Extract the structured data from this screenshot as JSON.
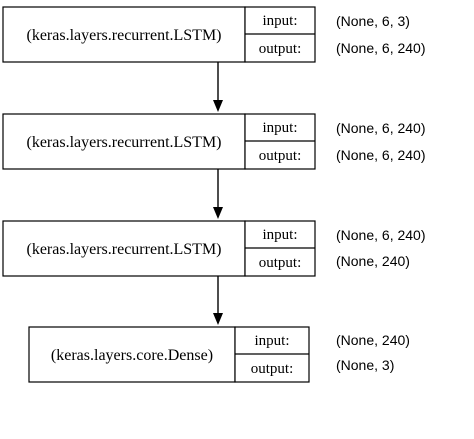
{
  "layers": [
    {
      "name": "(keras.layers.recurrent.LSTM)",
      "input_label": "input:",
      "output_label": "output:",
      "input_shape": "(None, 6, 3)",
      "output_shape": "(None, 6, 240)"
    },
    {
      "name": "(keras.layers.recurrent.LSTM)",
      "input_label": "input:",
      "output_label": "output:",
      "input_shape": "(None, 6, 240)",
      "output_shape": "(None, 6, 240)"
    },
    {
      "name": "(keras.layers.recurrent.LSTM)",
      "input_label": "input:",
      "output_label": "output:",
      "input_shape": "(None, 6, 240)",
      "output_shape": "(None, 240)"
    },
    {
      "name": "(keras.layers.core.Dense)",
      "input_label": "input:",
      "output_label": "output:",
      "input_shape": "(None, 240)",
      "output_shape": "(None, 3)"
    }
  ],
  "edges": [
    {
      "from": 0,
      "to": 1
    },
    {
      "from": 1,
      "to": 2
    },
    {
      "from": 2,
      "to": 3
    }
  ]
}
